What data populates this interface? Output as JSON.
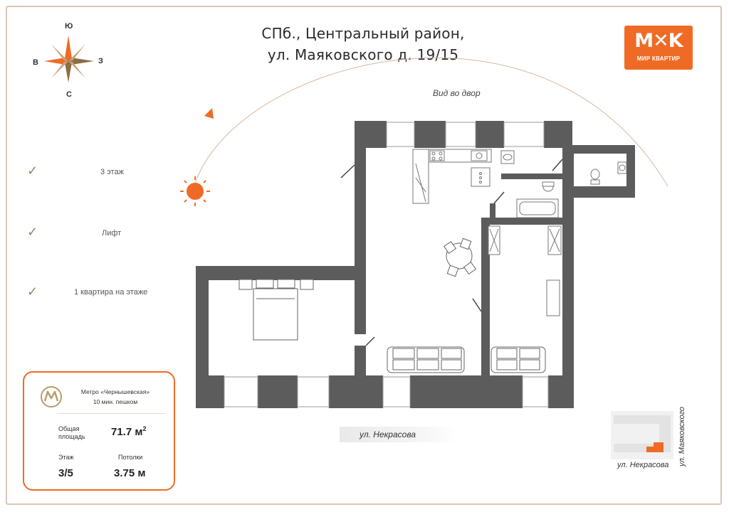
{
  "address": {
    "line1": "СПб., Центральный район,",
    "line2": "ул. Маяковского д. 19/15"
  },
  "logo": {
    "mark": "M✕K",
    "text": "МИР КВАРТИР",
    "color": "#ef6b25"
  },
  "compass": {
    "north": "Ю",
    "south": "С",
    "west": "В",
    "east": "З",
    "icon": "compass-rose-icon"
  },
  "features": [
    {
      "text": "3 этаж",
      "icon": "check-icon"
    },
    {
      "text": "Лифт",
      "icon": "check-icon"
    },
    {
      "text": "1 квартира на этаже",
      "icon": "check-icon"
    }
  ],
  "info": {
    "metro_name": "Метро «Чернышевская»",
    "metro_walk": "10 мин. пешком",
    "metro_icon": "metro-icon",
    "area_label_1": "Общая",
    "area_label_2": "площадь",
    "area_value": "71.7 м",
    "area_sup": "2",
    "floor_label": "Этаж",
    "floor_value": "3/5",
    "ceiling_label": "Потолки",
    "ceiling_value": "3.75 м"
  },
  "plan": {
    "yard_label": "Вид во двор",
    "street_bottom": "ул. Некрасова",
    "mini_street_1": "ул. Некрасова",
    "mini_street_2": "ул. Маяковского",
    "wall_color": "#5c5c5c",
    "accent_color": "#ef6b25"
  }
}
